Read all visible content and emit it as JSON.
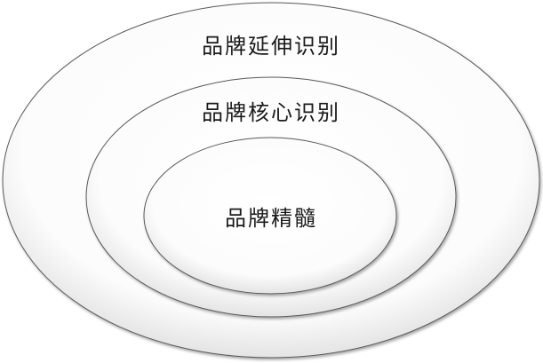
{
  "diagram": {
    "outer_label": "品牌延伸识别",
    "middle_label": "品牌核心识别",
    "inner_label": "品牌精髓"
  },
  "colors": {
    "stroke": "#5a5a5a",
    "text": "#1a1a1a",
    "background": "#ffffff"
  }
}
